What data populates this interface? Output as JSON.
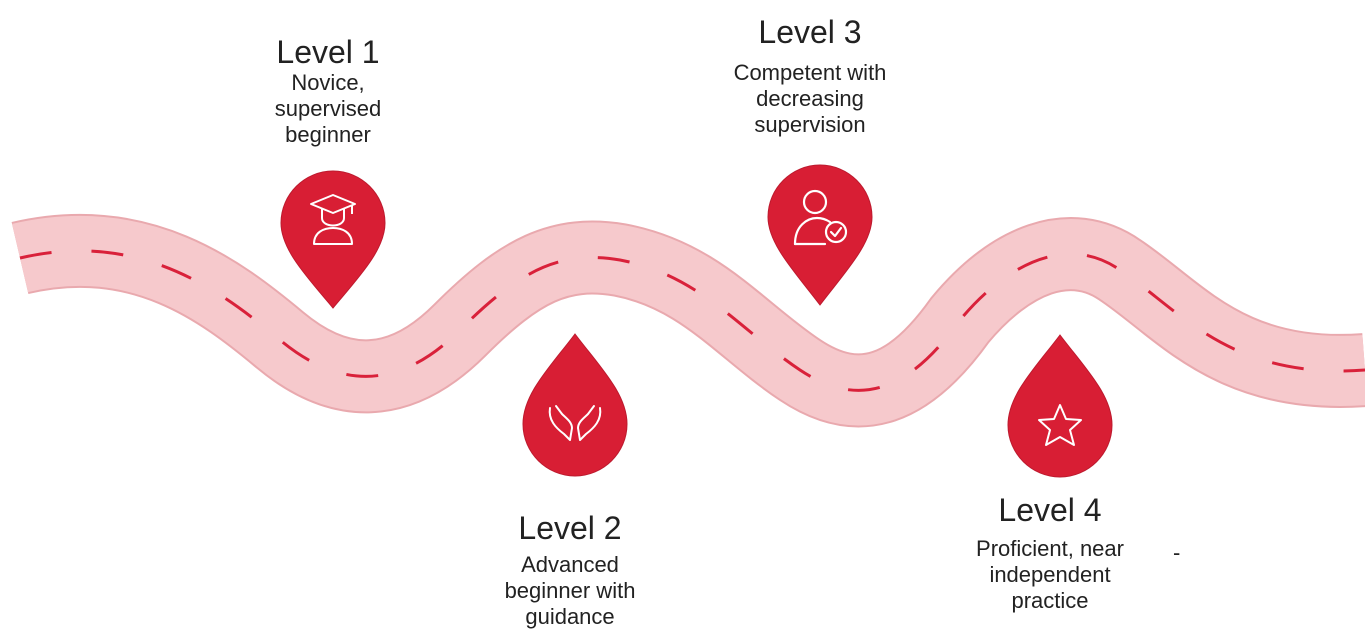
{
  "levels": [
    {
      "title": "Level 1",
      "desc": [
        "Novice,",
        "supervised",
        "beginner"
      ],
      "icon": "graduate-icon"
    },
    {
      "title": "Level 2",
      "desc": [
        "Advanced",
        "beginner with",
        "guidance"
      ],
      "icon": "open-hands-icon"
    },
    {
      "title": "Level 3",
      "desc": [
        "Competent with",
        "decreasing",
        "supervision"
      ],
      "icon": "user-check-icon"
    },
    {
      "title": "Level 4",
      "desc": [
        "Proficient, near",
        "independent",
        "practice"
      ],
      "icon": "star-icon"
    }
  ],
  "stray_dash": "-",
  "colors": {
    "road": "#f6c9cc",
    "road_edge": "#e9a9ae",
    "dash": "#d9213a",
    "pin": "#d81e34"
  }
}
